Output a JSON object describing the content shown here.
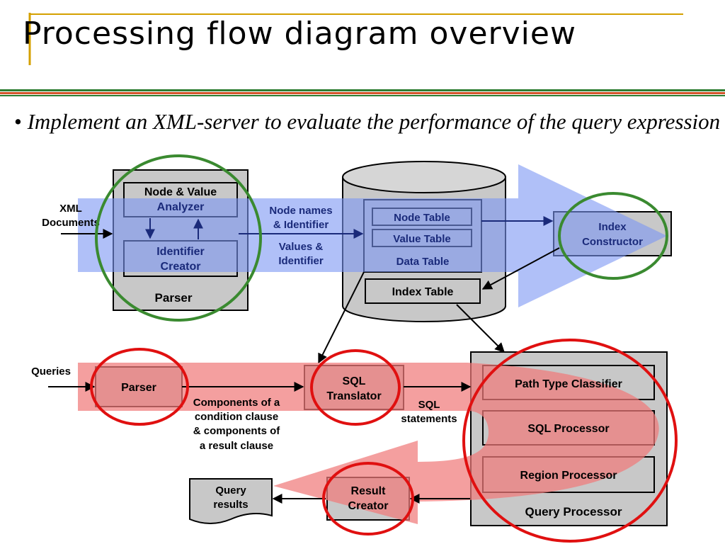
{
  "slide": {
    "title": "Processing flow diagram overview",
    "bullet_marker": "•",
    "bullet_text": "Implement an XML-server to evaluate the performance of the query expression"
  },
  "diagram": {
    "colors": {
      "blue_arrow": "#7b96f4",
      "red_arrow": "#f07a7a",
      "green_circle": "#3a8a30",
      "red_circle": "#e01010",
      "module_gray": "#c8c8c8",
      "title_line_orange": "#d4a000"
    },
    "top_flow": {
      "input_line1": "XML",
      "input_line2": "Documents",
      "parser": {
        "label": "Parser",
        "analyzer_line1": "Node & Value",
        "analyzer_line2": "Analyzer",
        "creator_line1": "Identifier",
        "creator_line2": "Creator"
      },
      "edge1_line1": "Node names",
      "edge1_line2": "& Identifier",
      "edge2_line1": "Values &",
      "edge2_line2": "Identifier",
      "database": {
        "node_table": "Node Table",
        "value_table": "Value Table",
        "data_table": "Data Table",
        "index_table": "Index Table"
      },
      "index_constructor_line1": "Index",
      "index_constructor_line2": "Constructor"
    },
    "bottom_flow": {
      "input": "Queries",
      "parser": "Parser",
      "components_line1": "Components of a",
      "components_line2": "condition clause",
      "components_line3": "& components of",
      "components_line4": "a result clause",
      "sql_translator_line1": "SQL",
      "sql_translator_line2": "Translator",
      "sql_line1": "SQL",
      "sql_line2": "statements",
      "query_processor": {
        "label": "Query Processor",
        "path_type_classifier": "Path Type Classifier",
        "sql_processor": "SQL Processor",
        "region_processor": "Region Processor"
      },
      "result_creator_line1": "Result",
      "result_creator_line2": "Creator",
      "query_results_line1": "Query",
      "query_results_line2": "results"
    }
  }
}
